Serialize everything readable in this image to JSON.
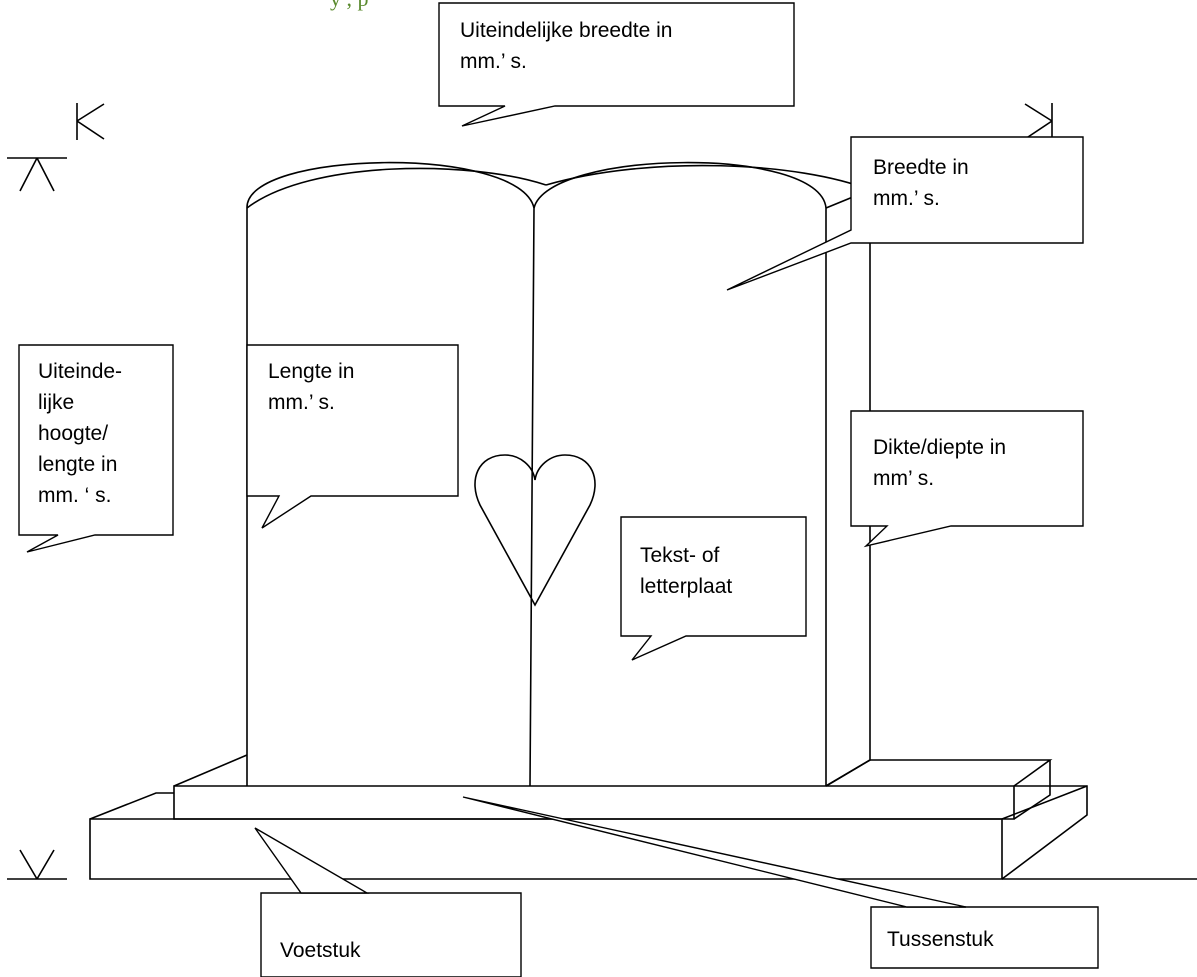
{
  "header_fragment": "y   ,   p",
  "colors": {
    "line": "#000000",
    "header_text": "#5a8a2e",
    "background": "#ffffff"
  },
  "callouts": {
    "final_width": "Uiteindelijke breedte in\nmm.’ s.",
    "width": "Breedte in\nmm.’ s.",
    "final_height": "Uiteinde-\nlijke\nhoogte/\nlengte in\nmm. ‘ s.",
    "length": "Lengte in\nmm.’ s.",
    "thickness": "Dikte/diepte  in\nmm’ s.",
    "text_plate": "Tekst- of\nletterplaat",
    "base": "Voetstuk",
    "middle_piece": "Tussenstuk"
  }
}
